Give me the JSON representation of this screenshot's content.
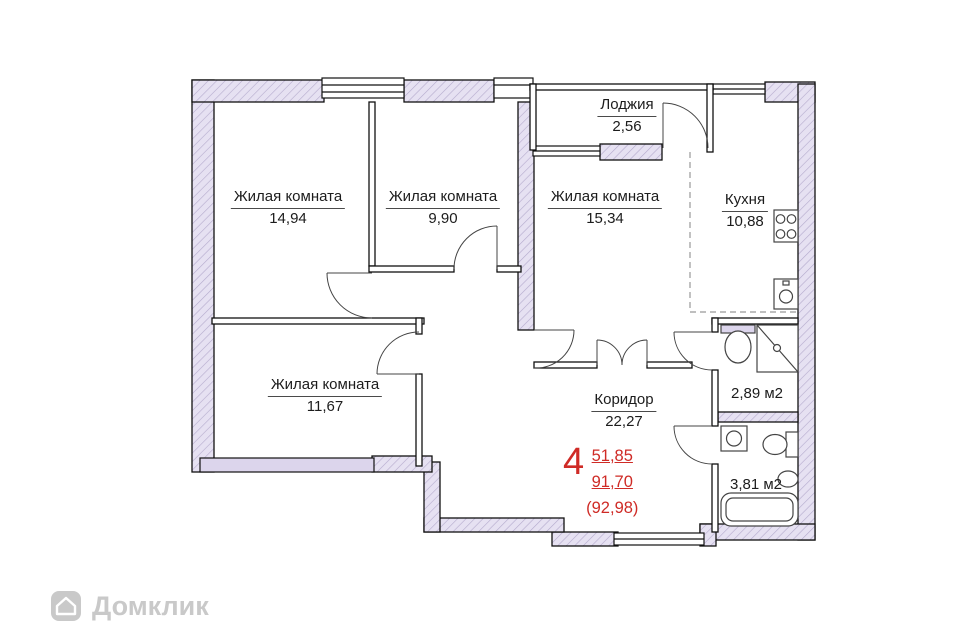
{
  "colors": {
    "accent_red": "#cf2b26",
    "wall_fill": "#e6e1f2",
    "watermark_gray": "#c9c9c9"
  },
  "rooms": [
    {
      "name": "Жилая комната",
      "area": "14,94"
    },
    {
      "name": "Жилая комната",
      "area": "9,90"
    },
    {
      "name": "Жилая комната",
      "area": "15,34"
    },
    {
      "name": "Кухня",
      "area": "10,88"
    },
    {
      "name": "Лоджия",
      "area": "2,56"
    },
    {
      "name": "Жилая комната",
      "area": "11,67"
    },
    {
      "name": "Коридор",
      "area": "22,27"
    },
    {
      "area": "2,89 м2"
    },
    {
      "area": "3,81 м2"
    }
  ],
  "summary": {
    "rooms_count": "4",
    "living_area": "51,85",
    "area": "91,70",
    "total_area": "(92,98)"
  },
  "watermark": {
    "label": "Домклик"
  }
}
